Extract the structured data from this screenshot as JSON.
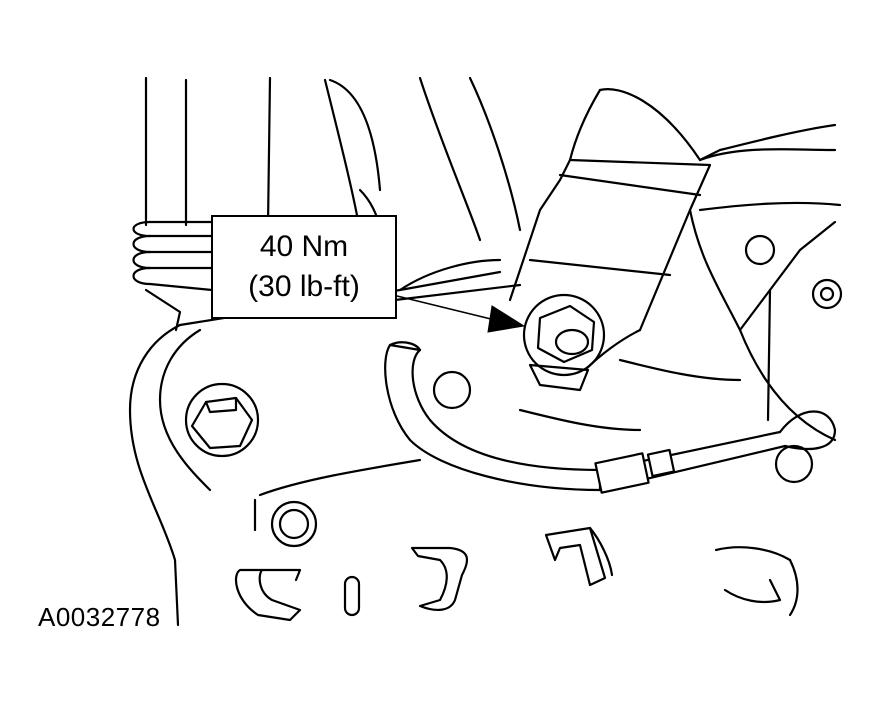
{
  "callout": {
    "torque_metric": "40 Nm",
    "torque_imperial": "(30 lb-ft)"
  },
  "figure": {
    "id": "A0032778"
  },
  "colors": {
    "ink": "#000000",
    "paper": "#ffffff"
  }
}
